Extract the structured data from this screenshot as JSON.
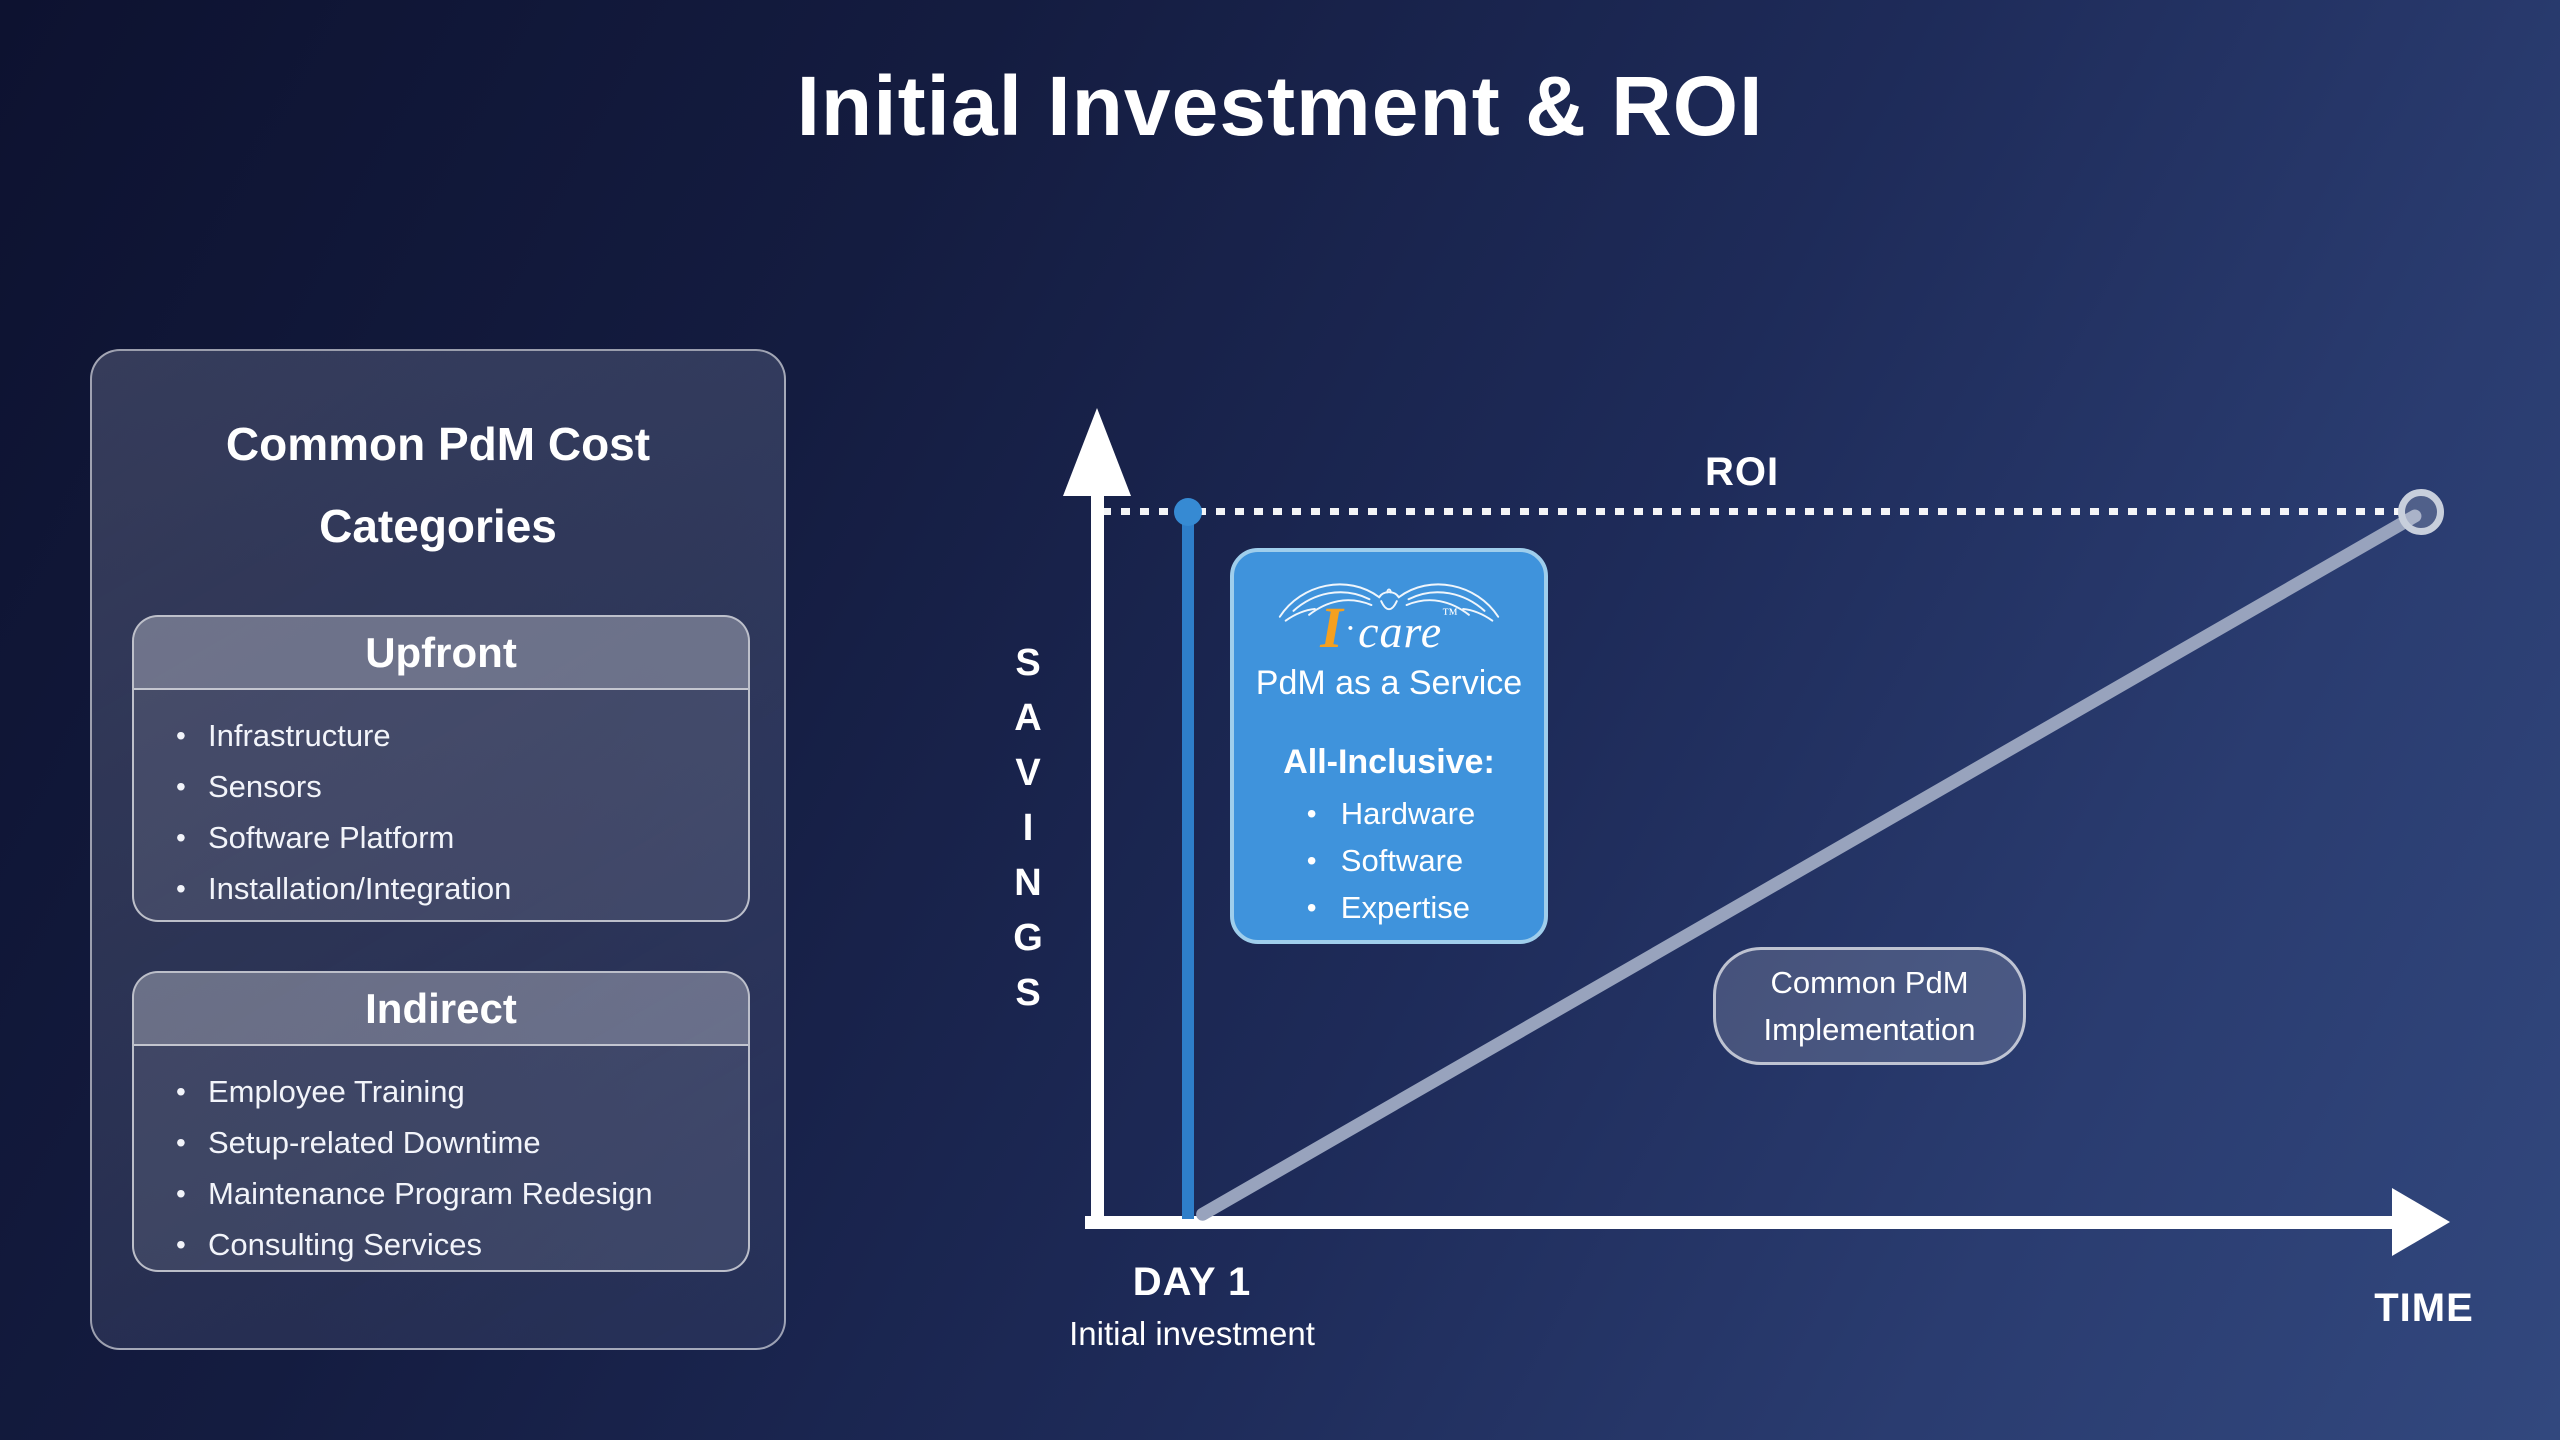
{
  "title": "Initial Investment & ROI",
  "cost_panel": {
    "title": "Common PdM Cost Categories",
    "sections": [
      {
        "title": "Upfront",
        "items": [
          "Infrastructure",
          "Sensors",
          "Software Platform",
          "Installation/Integration"
        ]
      },
      {
        "title": "Indirect",
        "items": [
          "Employee Training",
          "Setup-related Downtime",
          "Maintenance Program Redesign",
          "Consulting Services"
        ]
      }
    ]
  },
  "chart": {
    "y_axis_label": "SAVINGS",
    "y_axis_letters": [
      "S",
      "A",
      "V",
      "I",
      "N",
      "G",
      "S"
    ],
    "x_axis_label": "TIME",
    "roi_label": "ROI",
    "day1_label": "DAY 1",
    "day1_sublabel": "Initial investment",
    "implementation_label": "Common PdM Implementation",
    "service_card": {
      "logo_i": "I",
      "logo_separator": "·",
      "logo_rest": "care",
      "logo_trademark": "™",
      "title": "PdM as a Service",
      "subtitle": "All-Inclusive:",
      "items": [
        "Hardware",
        "Software",
        "Expertise"
      ]
    }
  },
  "colors": {
    "background_gradient_start": "#0d1230",
    "background_gradient_end": "#32487e",
    "service_card_blue": "#3f93dc",
    "service_card_border": "#9fceec",
    "investment_line_blue": "#2e7ec9",
    "implementation_line_gray": "#98a3bd",
    "logo_orange": "#f5a01f",
    "text_white": "#ffffff"
  }
}
